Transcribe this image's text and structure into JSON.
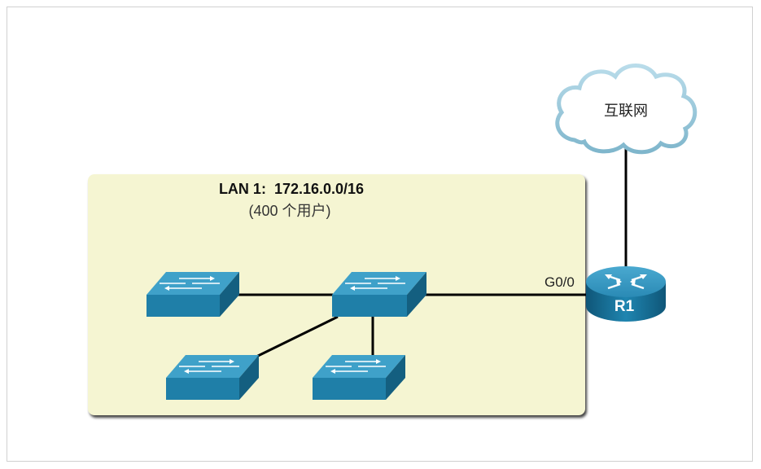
{
  "lan": {
    "title": "LAN 1:  172.16.0.0/16",
    "users": "(400 个用户)"
  },
  "router": {
    "name": "R1",
    "port": "G0/0"
  },
  "cloud": {
    "label": "互联网"
  },
  "colors": {
    "lan_background": "#f5f5d2",
    "switch_front": "#1f7fa8",
    "switch_top": "#3fa1c9",
    "router_body": "#1d77a0",
    "cloud_outline": "#8fc6dc",
    "link": "#000000"
  },
  "icons": [
    "switch-icon",
    "router-icon",
    "cloud-icon"
  ]
}
